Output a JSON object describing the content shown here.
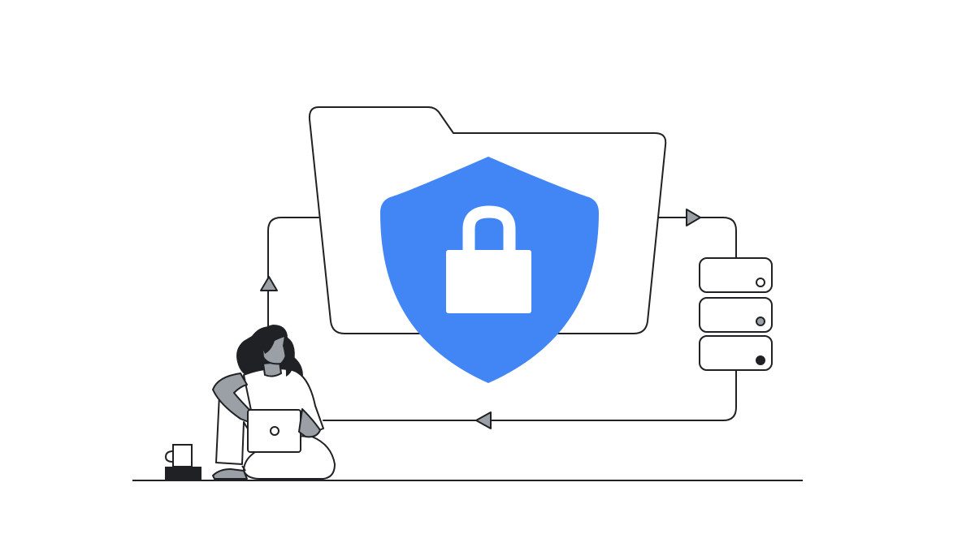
{
  "colors": {
    "background": "#ffffff",
    "line": "#202124",
    "shield": "#4285f4",
    "lock": "#ffffff",
    "arrow_fill": "#9aa0a6",
    "skin": "#9aa0a6",
    "hair": "#202124",
    "clothing": "#ffffff"
  },
  "illustration": {
    "folder": {
      "icon": "folder-icon"
    },
    "shield": {
      "icon": "shield-icon"
    },
    "lock": {
      "icon": "padlock-icon"
    },
    "server_stack": {
      "icon": "server-stack-icon",
      "units": [
        {
          "indicator": "white"
        },
        {
          "indicator": "gray"
        },
        {
          "indicator": "black"
        }
      ]
    },
    "data_flow": {
      "arrows": [
        "arrow-right-icon",
        "arrow-left-icon",
        "arrow-up-icon"
      ]
    },
    "person": {
      "description_icon": "person-with-laptop-icon"
    },
    "mug": {
      "icon": "mug-icon"
    }
  }
}
